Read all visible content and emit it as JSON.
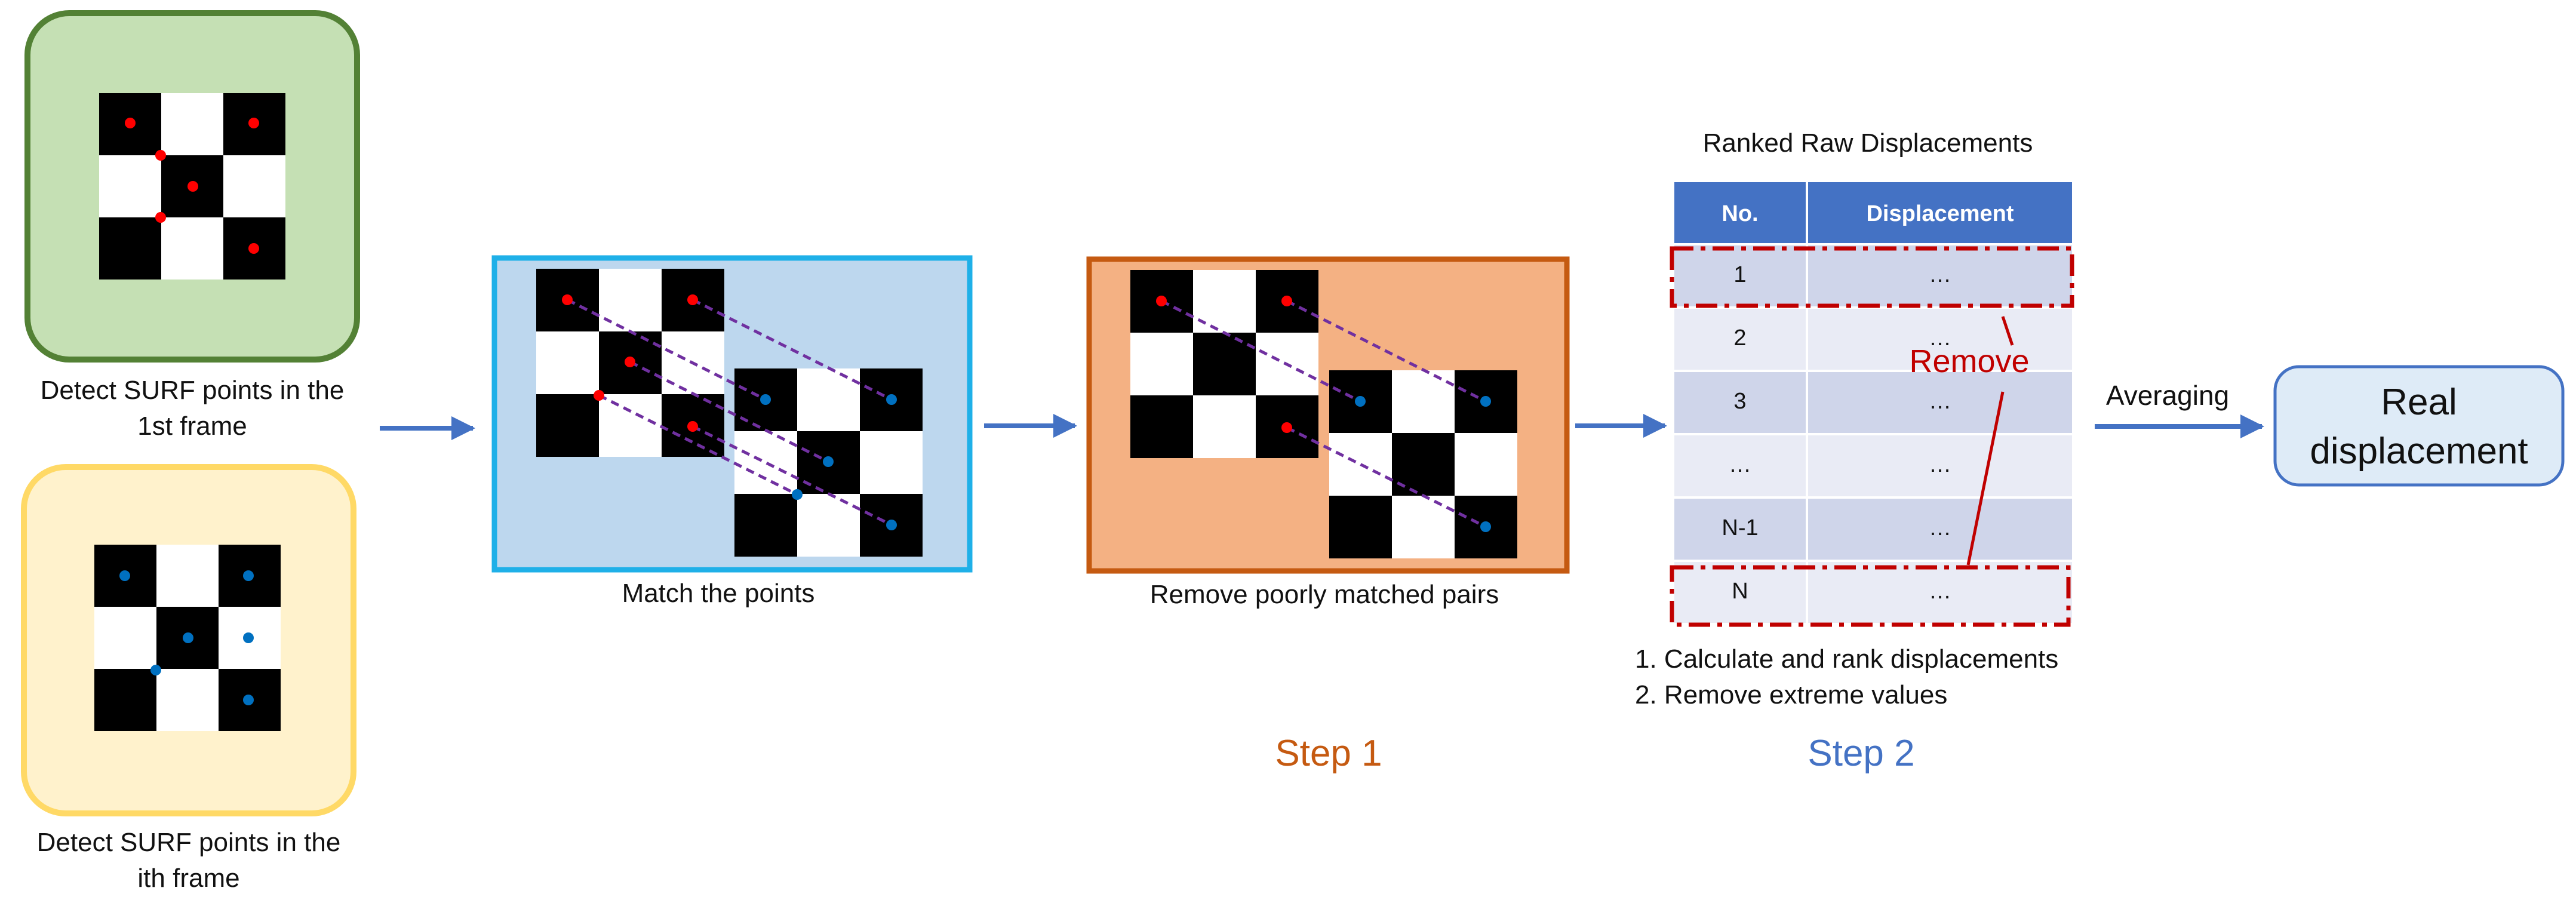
{
  "frames": {
    "first_caption_line1": "Detect SURF points in the",
    "first_caption_line2": "1st frame",
    "ith_caption_line1": "Detect SURF points in the",
    "ith_caption_line2": "ith frame"
  },
  "match": {
    "caption": "Match the points"
  },
  "remove_pairs": {
    "caption": "Remove poorly matched pairs"
  },
  "steps": {
    "step1": "Step 1",
    "step2": "Step 2"
  },
  "table": {
    "title": "Ranked Raw Displacements",
    "headers": [
      "No.",
      "Displacement"
    ],
    "rows": [
      [
        "1",
        "…"
      ],
      [
        "2",
        "…"
      ],
      [
        "3",
        "…"
      ],
      [
        "…",
        "…"
      ],
      [
        "N-1",
        "…"
      ],
      [
        "N",
        "…"
      ]
    ],
    "remove_label": "Remove"
  },
  "notes": {
    "line1": "1. Calculate and rank displacements",
    "line2": "2. Remove extreme values"
  },
  "averaging_label": "Averaging",
  "result": {
    "line1": "Real",
    "line2": "displacement"
  },
  "colors": {
    "first_frame_fill": "#c5e0b4",
    "first_frame_border": "#538135",
    "ith_frame_fill": "#fff2cc",
    "ith_frame_border": "#ffd966",
    "match_fill": "#bdd7ee",
    "match_border": "#1fb0e8",
    "remove_fill": "#f4b183",
    "remove_border": "#c55a11",
    "arrow": "#4472c4",
    "red_point": "#ff0000",
    "blue_point": "#0070c0",
    "match_line": "#7030a0",
    "table_header": "#4472c4",
    "row_dark": "#cfd5ea",
    "row_light": "#e9ebf5",
    "remove_red": "#c00000",
    "step1_color": "#c55a11",
    "step2_color": "#4472c4",
    "result_fill": "#deebf7",
    "result_border": "#4472c4"
  },
  "icons": [
    "right-arrow-icon",
    "checkerboard-icon"
  ]
}
